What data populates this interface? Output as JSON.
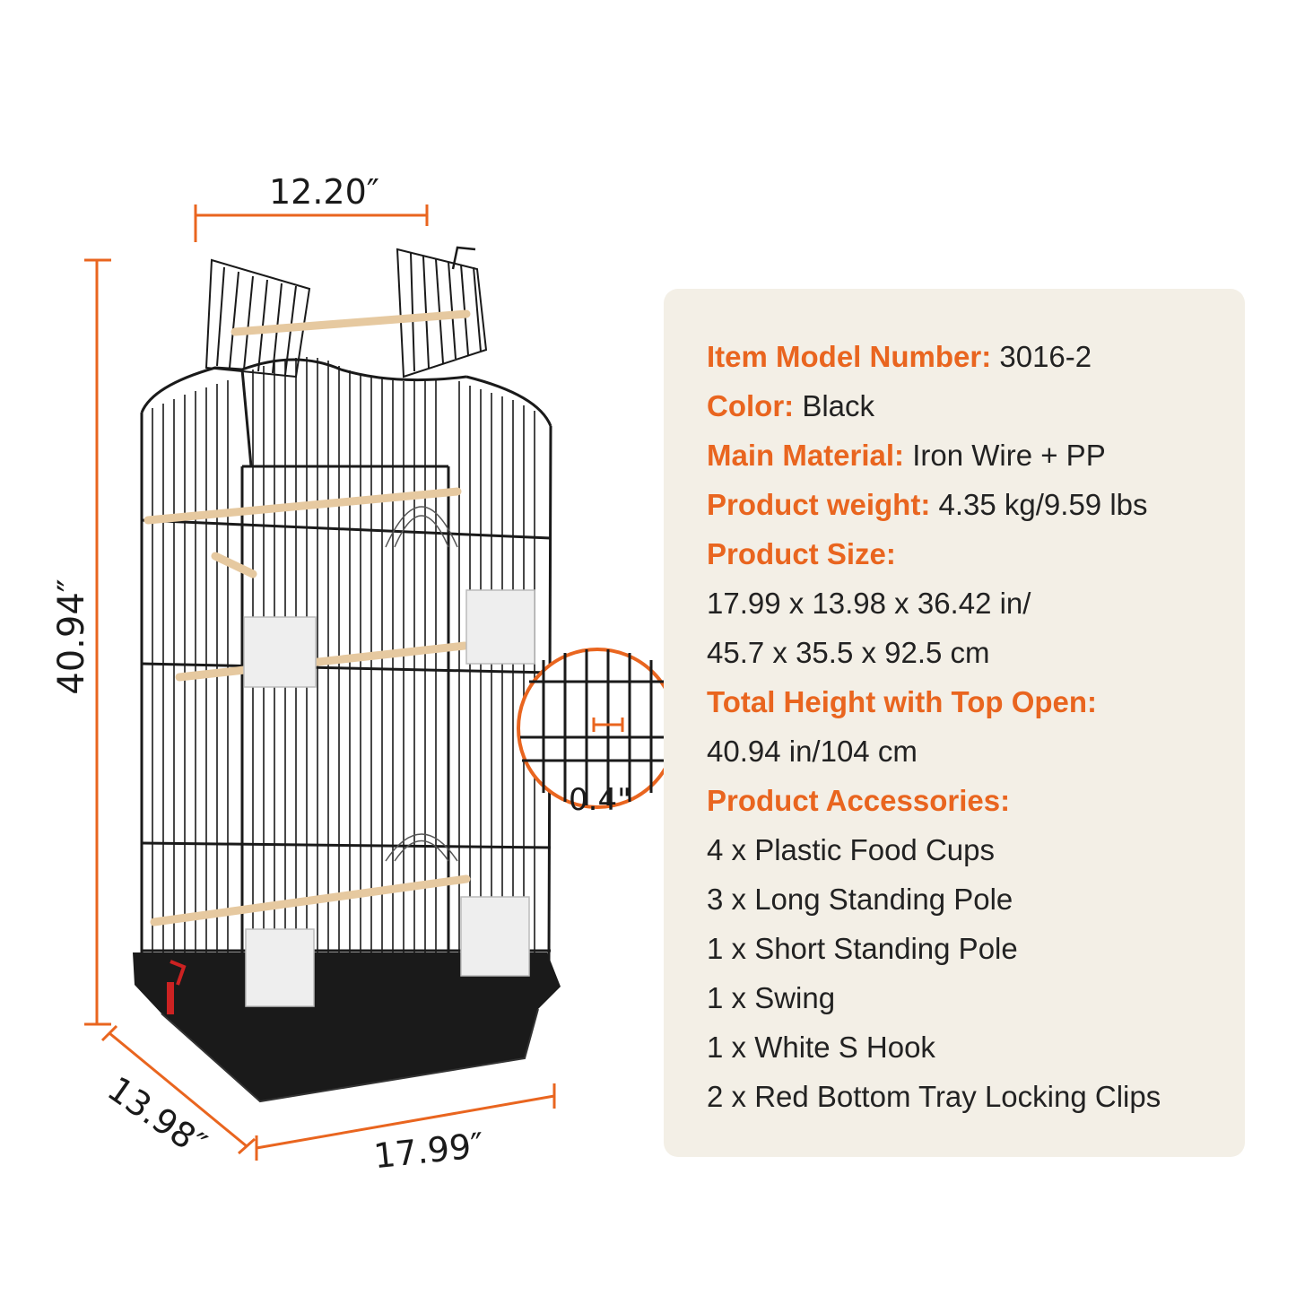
{
  "dimensions": {
    "top_width": "12.20″",
    "height": "40.94″",
    "depth": "13.98″",
    "width": "17.99″",
    "mesh_spacing": "0.4\""
  },
  "specs": [
    {
      "label": "Item Model Number:",
      "value": "3016-2"
    },
    {
      "label": "Color:",
      "value": "Black"
    },
    {
      "label": "Main Material:",
      "value": "Iron Wire + PP"
    },
    {
      "label": "Product weight:",
      "value": "4.35 kg/9.59 lbs"
    },
    {
      "label": "Product Size:",
      "value": ""
    },
    {
      "label": "",
      "value": "17.99 x 13.98 x 36.42 in/"
    },
    {
      "label": "",
      "value": "45.7 x 35.5 x 92.5 cm"
    },
    {
      "label": "Total  Height with Top Open:",
      "value": ""
    },
    {
      "label": "",
      "value": "40.94 in/104 cm"
    },
    {
      "label": "Product Accessories:",
      "value": ""
    },
    {
      "label": "",
      "value": "4 x Plastic Food Cups"
    },
    {
      "label": "",
      "value": "3 x Long Standing Pole"
    },
    {
      "label": "",
      "value": "1 x Short Standing Pole"
    },
    {
      "label": "",
      "value": "1 x Swing"
    },
    {
      "label": "",
      "value": "1 x White S Hook"
    },
    {
      "label": "",
      "value": "2 x Red Bottom Tray Locking Clips"
    }
  ],
  "colors": {
    "accent": "#e9651f",
    "panel_bg": "#f3efe6",
    "text": "#222222",
    "cage": "#1a1a1a",
    "wood": "#e6c9a0"
  }
}
